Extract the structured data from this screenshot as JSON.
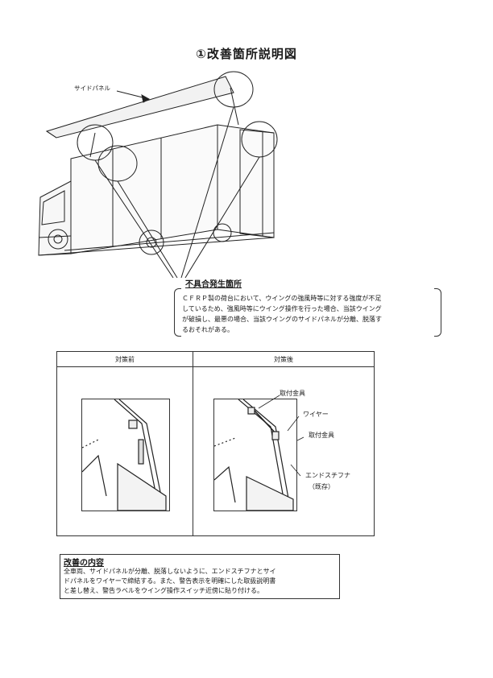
{
  "title": "①改善箇所説明図",
  "truck_diagram": {
    "side_panel_label": "サイドパネル"
  },
  "defect": {
    "title": "不具合発生箇所",
    "lines": [
      "ＣＦＲＰ製の荷台において、ウイングの強風時等に対する強度が不足",
      "しているため、強風時等にウイング操作を行った場合、当該ウイング",
      "が破損し、最悪の場合、当該ウイングのサイドパネルが分離、脱落す",
      "るおそれがある。"
    ]
  },
  "comparison": {
    "before_label": "対策前",
    "after_label": "対策後",
    "callouts": {
      "bracket_top": "取付金具",
      "wire": "ワイヤー",
      "bracket_bottom": "取付金具",
      "end_stiffener": "エンドスチフナ",
      "existing": "（既存）"
    }
  },
  "improvement": {
    "title": "改善の内容",
    "lines": [
      "全車両、サイドパネルが分離、脱落しないように、エンドスチフナとサイ",
      "ドパネルをワイヤーで締結する。また、警告表示を明確にした取扱説明書",
      "と差し替え、警告ラベルをウイング操作スイッチ近傍に貼り付ける。"
    ]
  }
}
